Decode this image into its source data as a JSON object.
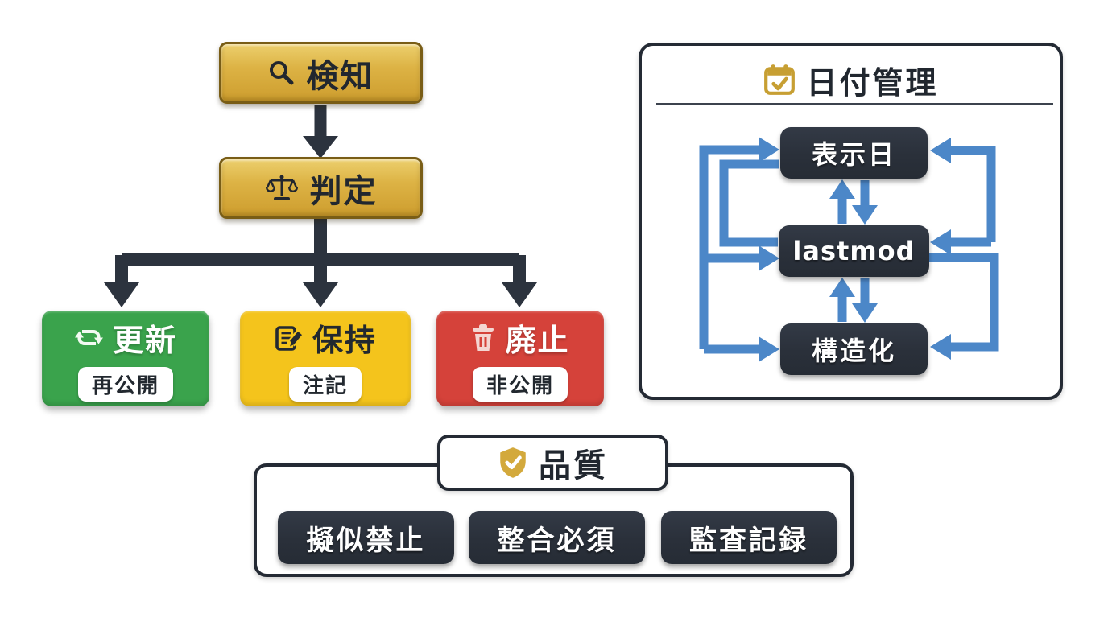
{
  "colors": {
    "dark": "#2b323d",
    "gold": "#d9ae3e",
    "gold_border": "#795d16",
    "green": "#3aa34c",
    "yellow": "#f4c41c",
    "red": "#d5423a",
    "blue": "#4c87c8",
    "white": "#ffffff",
    "text_dark": "#21272f"
  },
  "icons": {
    "detect": "magnifier-icon",
    "judge": "scale-icon",
    "update": "refresh-icon",
    "keep": "memo-icon",
    "retire": "trash-icon",
    "date_panel": "calendar-check-icon",
    "quality": "shield-check-icon"
  },
  "flow": {
    "detect": {
      "label": "検知"
    },
    "judge": {
      "label": "判定"
    },
    "branches": [
      {
        "label": "更新",
        "badge": "再公開",
        "color": "#3aa34c"
      },
      {
        "label": "保持",
        "badge": "注記",
        "color": "#f4c41c"
      },
      {
        "label": "廃止",
        "badge": "非公開",
        "color": "#d5423a"
      }
    ]
  },
  "date_panel": {
    "title": "日付管理",
    "nodes": [
      "表示日",
      "lastmod",
      "構造化"
    ]
  },
  "quality_panel": {
    "title": "品質",
    "items": [
      "擬似禁止",
      "整合必須",
      "監査記録"
    ]
  }
}
